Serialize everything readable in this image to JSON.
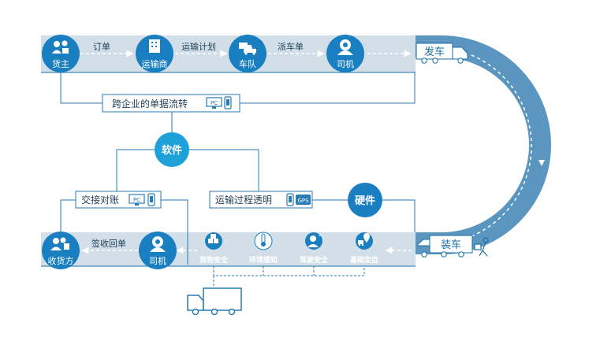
{
  "colors": {
    "primary": "#1a7fc1",
    "band": "#d3dfe8",
    "band_line": "#1a6fa8",
    "arc": "#5a96bf",
    "hub": "#1ea1d8",
    "line": "#2a7ab3",
    "text": "#1e3e56"
  },
  "top_row": {
    "nodes": [
      {
        "label": "货主",
        "icon": "people-box-icon"
      },
      {
        "label": "运输商",
        "icon": "building-icon"
      },
      {
        "label": "车队",
        "icon": "trucks-icon"
      },
      {
        "label": "司机",
        "icon": "driver-icon"
      }
    ],
    "edges": [
      "订单",
      "运输计划",
      "派车单"
    ],
    "end_label": "发车"
  },
  "cross_box": {
    "label": "跨企业的单据流转",
    "devices": [
      "PC"
    ]
  },
  "hubs": {
    "software": "软件",
    "hardware": "硬件"
  },
  "settle_box": {
    "label": "交接对账",
    "devices": [
      "PC"
    ]
  },
  "transparent_box": {
    "label": "运输过程透明",
    "devices": [
      "GPS"
    ]
  },
  "bottom_row": {
    "start_label": "装车",
    "nodes": [
      {
        "label": "收货方",
        "icon": "receiver-icon"
      },
      {
        "label": "司机",
        "icon": "driver-icon"
      }
    ],
    "edges": [
      "签收回单"
    ],
    "hardware_items": [
      {
        "label": "货物安全",
        "icon": "boxes-icon"
      },
      {
        "label": "环境感知",
        "icon": "thermometer-icon"
      },
      {
        "label": "驾驶安全",
        "icon": "drowsy-driver-icon"
      },
      {
        "label": "基础定位",
        "icon": "location-truck-icon"
      }
    ]
  }
}
